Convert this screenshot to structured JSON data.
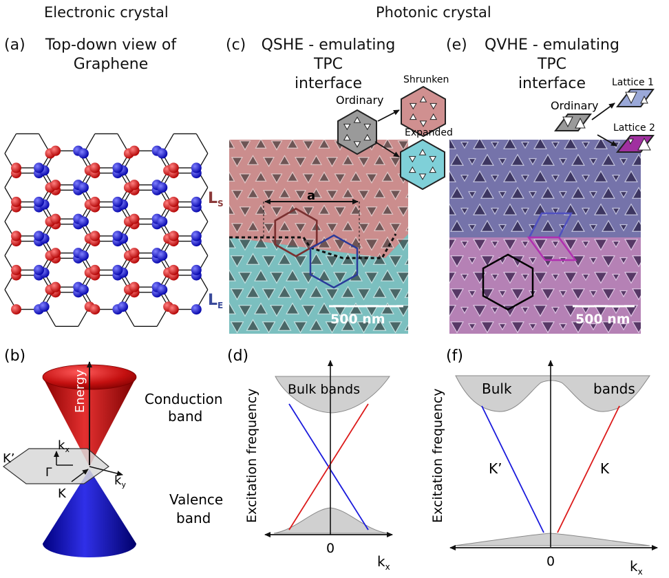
{
  "headers": {
    "electronic": "Electronic crystal",
    "photonic": "Photonic crystal"
  },
  "panel_a": {
    "label": "(a)",
    "title_line1": "Top-down view of",
    "title_line2": "Graphene"
  },
  "panel_c": {
    "label": "(c)",
    "title_line1": "QSHE - emulating TPC",
    "title_line2": "interface",
    "ordinary": "Ordinary",
    "shrunken": "Shrunken",
    "expanded": "Expanded",
    "lattice_const": "a",
    "ls_main": "L",
    "ls_sub": "S",
    "le_main": "L",
    "le_sub": "E",
    "scale": "500 nm"
  },
  "panel_e": {
    "label": "(e)",
    "title_line1": "QVHE - emulating TPC",
    "title_line2": "interface",
    "ordinary": "Ordinary",
    "lattice1": "Lattice 1",
    "lattice2": "Lattice 2",
    "scale": "500 nm"
  },
  "panel_b": {
    "label": "(b)",
    "energy": "Energy",
    "conduction_line1": "Conduction",
    "conduction_line2": "band",
    "valence_line1": "Valence",
    "valence_line2": "band",
    "kx_main": "k",
    "kx_sub": "x",
    "ky_main": "k",
    "ky_sub": "y",
    "gamma": "Γ",
    "K": "K",
    "Kprime": "K’"
  },
  "panel_d": {
    "label": "(d)",
    "ylabel": "Excitation frequency",
    "bulk": "Bulk bands",
    "zero": "0",
    "kx_main": "k",
    "kx_sub": "x"
  },
  "panel_f": {
    "label": "(f)",
    "ylabel": "Excitation frequency",
    "bulk_left": "Bulk",
    "bulk_right": "bands",
    "Kprime": "K’",
    "K": "K",
    "zero": "0",
    "kx_main": "k",
    "kx_sub": "x"
  },
  "colors": {
    "sublatticeA": "#c81e1e",
    "sublatticeB": "#1e1ec8",
    "shrunkenFill": "#d09090",
    "expandedFill": "#7fd0d8",
    "lattice1Fill": "#9aa8d8",
    "lattice2Fill": "#a030a0",
    "bandFill": "#d0d0d0"
  }
}
